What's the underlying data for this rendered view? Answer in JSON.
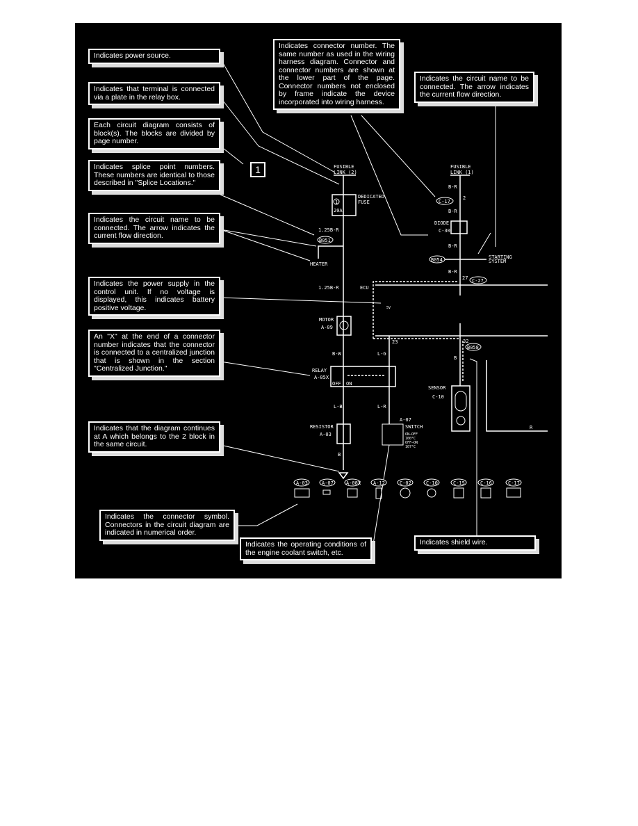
{
  "callouts": {
    "power_source": "Indicates power source.",
    "relay_plate": "Indicates that terminal is connected via a plate in the relay box.",
    "blocks": "Each circuit diagram consists of block(s). The blocks are divided by page number.",
    "splice": "Indicates splice point numbers. These numbers are identical to those described in \"Splice Locations.\"",
    "circuit_name_left": "Indicates the circuit name to be connected. The arrow indicates the current flow direction.",
    "power_supply": "Indicates the power supply in the control unit. If no voltage is displayed, this indicates battery positive voltage.",
    "x_connector": "An \"X\" at the end of a connector number indicates that the connector is connected to a centralized junction that is shown in the section \"Centralized Junction.\"",
    "continues": "Indicates that the diagram continues at A which belongs to the 2 block in the same circuit.",
    "connector_symbol": "Indicates the connector symbol. Connectors in the circuit diagram are indicated in numerical order.",
    "operating_conditions": "Indicates the operating conditions of the engine coolant switch, etc.",
    "connector_number": "Indicates connector number. The same number as used in the wiring harness diagram. Connector and connector numbers are shown at the lower part of the page. Connector numbers not enclosed by frame indicate the device incorporated into wiring harness.",
    "circuit_name_right": "Indicates the circuit name to be connected. The arrow indicates the current flow direction.",
    "shield_wire": "Indicates shield wire."
  },
  "block_number": "1",
  "diagram": {
    "fusible_link_2": [
      "FUSIBLE",
      "LINK (2)"
    ],
    "fusible_link_1": [
      "FUSIBLE",
      "LINK (1)"
    ],
    "dedicated_fuse": [
      "DEDICATED",
      "FUSE"
    ],
    "fuse_num": "1",
    "fuse_amp": "20A",
    "wire_125br_1": "1.25B-R",
    "splice_b051": "B051",
    "heater": "HEATER",
    "wire_125br_2": "1.25B-R",
    "ecu": "ECU",
    "motor": "MOTOR",
    "motor_conn": "A-09",
    "wire_bw": "B-W",
    "relay": "RELAY",
    "relay_conn": "A-05X",
    "relay_off": "OFF",
    "relay_on": "ON",
    "wire_lb": "L-B",
    "resistor": "RESISTOR",
    "resistor_conn": "A-03",
    "wire_b": "B",
    "wire_lg": "L-G",
    "wire_lr": "L-R",
    "pin_23": "23",
    "switch": "SWITCH",
    "switch_conn": "A-07",
    "switch_cond": [
      "ON—OFF",
      "100°C",
      "OFF—ON",
      "107°C"
    ],
    "wire_br_1": "B-R",
    "conn_c17": "C-17",
    "pin_2": "2",
    "wire_br_2": "B-R",
    "diode": "DIODE",
    "diode_conn": "C-30",
    "wire_br_3": "B-R",
    "splice_b054": "B054",
    "starting_system": [
      "STARTING",
      "SYSTEM"
    ],
    "wire_br_4": "B-R",
    "pin_27": "27",
    "conn_c27": "C-27",
    "volt_5v": "5V",
    "pin_32": "32",
    "splice_b058": "B058",
    "wire_b_shield": "B",
    "sensor": "SENSOR",
    "sensor_conn": "C-10",
    "wire_r": "R"
  },
  "connectors": [
    "A-03",
    "A-07",
    "A-08X",
    "A-12",
    "C-02",
    "C-10",
    "C-15",
    "C-16",
    "C-17"
  ]
}
